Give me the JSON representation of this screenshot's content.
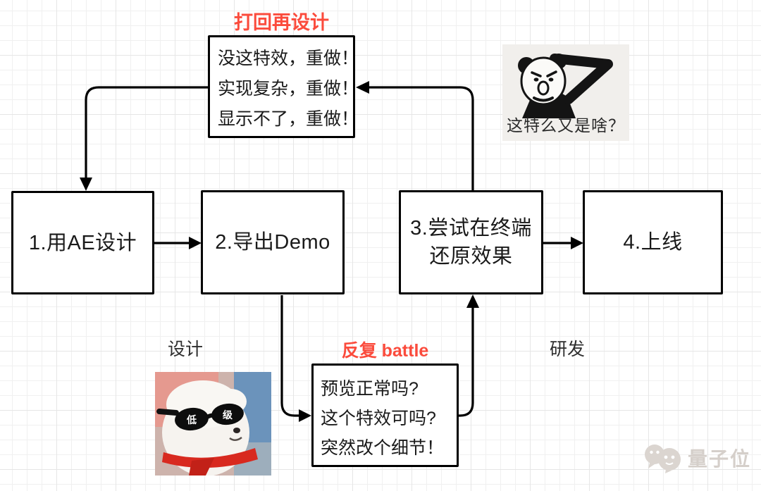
{
  "diagram": {
    "top_label": "打回再设计",
    "redo_box": {
      "lines": [
        "没这特效，重做！",
        "实现复杂，重做！",
        "显示不了，重做！"
      ]
    },
    "steps": [
      {
        "label": "1.用AE设计"
      },
      {
        "label": "2.导出Demo"
      },
      {
        "lines": [
          "3.尝试在终端",
          "还原效果"
        ]
      },
      {
        "label": "4.上线"
      }
    ],
    "question_box": {
      "lines": [
        "预览正常吗?",
        "这个特效可吗?",
        "突然改个细节！"
      ]
    },
    "design_label": "设计",
    "battle_label": "反复 battle",
    "rnd_label": "研发"
  },
  "memes": {
    "panda": {
      "caption": "这特么又是啥？"
    },
    "dog": {
      "lens_left": "低",
      "lens_right": "级"
    }
  },
  "watermark": {
    "text": "量子位"
  },
  "colors": {
    "accent_red": "#fb4b3c",
    "line_black": "#000000",
    "grid_minor": "#f0f0f0",
    "grid_major": "#e6e6e6",
    "meme_card_bg": "#f1efec"
  }
}
